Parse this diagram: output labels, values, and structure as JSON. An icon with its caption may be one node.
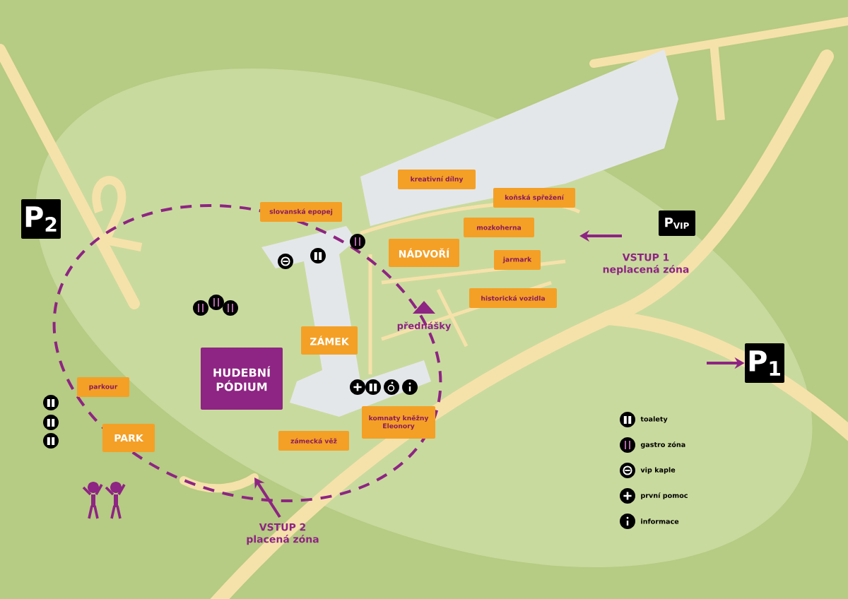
{
  "diagram": {
    "nodes": [
      {
        "text": [
          "kreativní dílny"
        ]
      },
      {
        "text": [
          "koňská spřežení"
        ]
      },
      {
        "text": [
          "slovanská epopej"
        ]
      },
      {
        "text": [
          "mozkoherna"
        ]
      },
      {
        "text": [
          "NÁDVOŘÍ"
        ]
      },
      {
        "text": [
          "jarmark"
        ]
      },
      {
        "text": [
          "historická vozidla"
        ]
      },
      {
        "text": [
          "ZÁMEK"
        ]
      },
      {
        "text": [
          "HUDEBNÍ PÓDIUM"
        ]
      },
      {
        "text": [
          "parkour"
        ]
      },
      {
        "text": [
          "PARK"
        ]
      },
      {
        "text": [
          "zámecká věž"
        ]
      },
      {
        "text": [
          "komnaty kněžny Eleonory"
        ]
      },
      {
        "text": [
          "P$_{2}$"
        ]
      },
      {
        "text": [
          "P$_{VIP}$"
        ]
      },
      {
        "text": [
          "P$_{1}$"
        ]
      }
    ],
    "edges": [
      {
        "from": null,
        "to": 15,
        "arrow": "to"
      }
    ],
    "labels": [
      "přednášky",
      "VSTUP 1 neplacená zóna",
      "VSTUP 2 placená zóna"
    ],
    "legend": [
      {
        "text": "toalety"
      },
      {
        "text": "gastro zóna"
      },
      {
        "text": "vip kaple"
      },
      {
        "text": "první pomoc"
      },
      {
        "text": "informace"
      }
    ]
  }
}
